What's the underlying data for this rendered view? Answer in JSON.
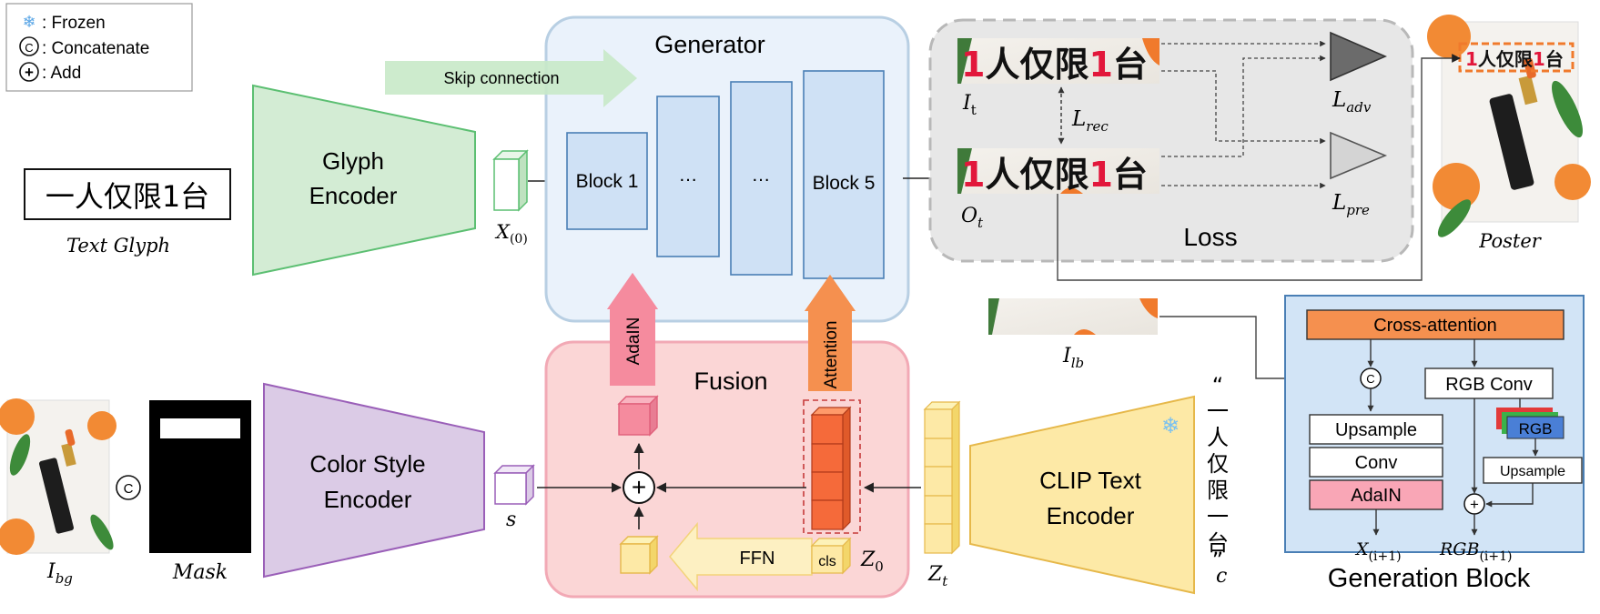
{
  "legend": {
    "frozen": ": Frozen",
    "concatenate": ": Concatenate",
    "add": ": Add",
    "concat_symbol": "C",
    "add_symbol": "+",
    "frozen_symbol": "❄"
  },
  "text_glyph": {
    "box_text": "一人仅限1台",
    "caption": "Text Glyph"
  },
  "glyph_encoder": {
    "line1": "Glyph",
    "line2": "Encoder"
  },
  "x0": {
    "main": "X",
    "sub": "(0)"
  },
  "generator": {
    "title": "Generator",
    "skip": "Skip connection",
    "block1": "Block 1",
    "block2": "…",
    "block3": "…",
    "block5": "Block 5"
  },
  "adain_arrow": "AdaIN",
  "attention_arrow": "Attention",
  "loss": {
    "title": "Loss",
    "sample_prefix": "1",
    "sample_mid": "人仅限",
    "sample_num": "1",
    "sample_suffix": "台",
    "it_main": "I",
    "it_sub": "t",
    "ot_main": "O",
    "ot_sub": "t",
    "lrec_main": "L",
    "lrec_sub": "rec",
    "ladv_main": "L",
    "ladv_sub": "adv",
    "lpre_main": "L",
    "lpre_sub": "pre"
  },
  "poster": {
    "caption": "Poster",
    "prefix": "1",
    "mid": "人仅限",
    "num": "1",
    "suffix": "台"
  },
  "ilb": {
    "main": "I",
    "sub": "lb"
  },
  "fusion": {
    "title": "Fusion",
    "ffn": "FFN",
    "cls": "cls",
    "z0_main": "Z",
    "z0_sub": "0",
    "add_symbol": "+"
  },
  "color_style_encoder": {
    "line1": "Color Style",
    "line2": "Encoder"
  },
  "s_label": "s",
  "ibg": {
    "main": "I",
    "sub": "bg"
  },
  "mask_caption": "Mask",
  "concat_symbol": "C",
  "clip": {
    "line1": "CLIP Text",
    "line2": "Encoder",
    "frozen_symbol": "❄"
  },
  "zt": {
    "main": "Z",
    "sub": "t"
  },
  "c_label": "c",
  "prompt": {
    "open_quote": "“",
    "chars": [
      "一",
      "人",
      "仅",
      "限",
      "一",
      "台"
    ],
    "close_quote": "”"
  },
  "generation_block": {
    "title": "Generation Block",
    "cross_attention": "Cross-attention",
    "concat_symbol": "C",
    "rgb_conv": "RGB Conv",
    "upsample": "Upsample",
    "conv": "Conv",
    "adain": "AdaIN",
    "rgb": "RGB",
    "upsample_small": "Upsample",
    "add_symbol": "+",
    "x_out_main": "X",
    "x_out_sub": "(i+1)",
    "rgb_out_main": "RGB",
    "rgb_out_sub": "(i+1)"
  },
  "colors": {
    "glyph_encoder": "#d3ecd4",
    "glyph_encoder_stroke": "#5cbf72",
    "color_encoder": "#dbcbe6",
    "color_encoder_stroke": "#9a5fb8",
    "clip_encoder": "#fde9a6",
    "clip_encoder_stroke": "#e6b84a",
    "generator_bg": "#eaf2fb",
    "block_fill": "#cfe1f5",
    "fusion_bg": "#fbd6d6",
    "loss_bg": "#e7e7e7",
    "adain_arrow": "#f58b9e",
    "attention_arrow": "#f5904f",
    "gen_block_bg": "#d2e4f6",
    "accent_red": "#e2173b"
  }
}
